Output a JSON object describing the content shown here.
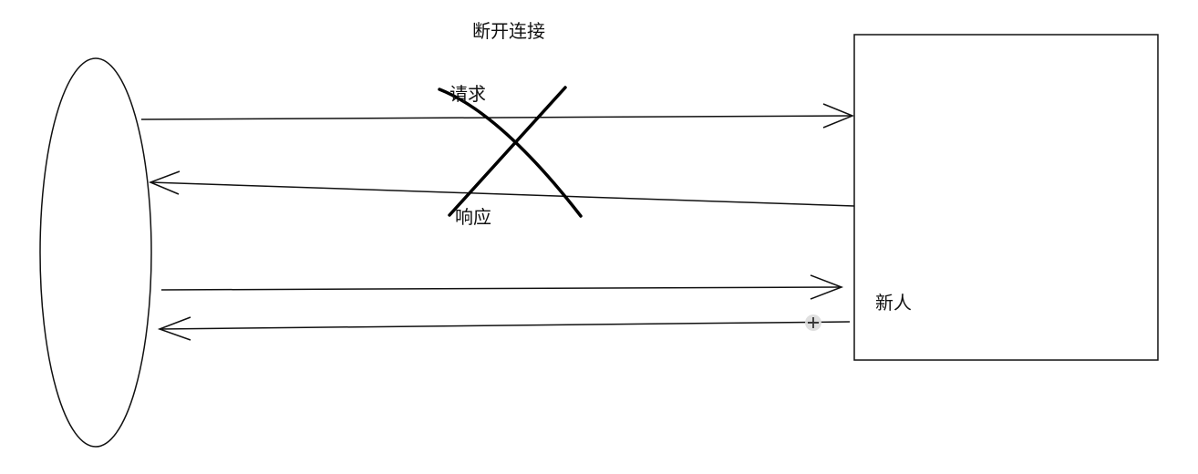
{
  "diagram": {
    "title": "断开连接",
    "labels": {
      "request": "请求",
      "response": "响应",
      "new_person": "新人"
    },
    "colors": {
      "stroke": "#111111",
      "cross": "#000000",
      "background": "#ffffff"
    },
    "icons": {
      "cursor": "move-cursor-icon"
    }
  }
}
